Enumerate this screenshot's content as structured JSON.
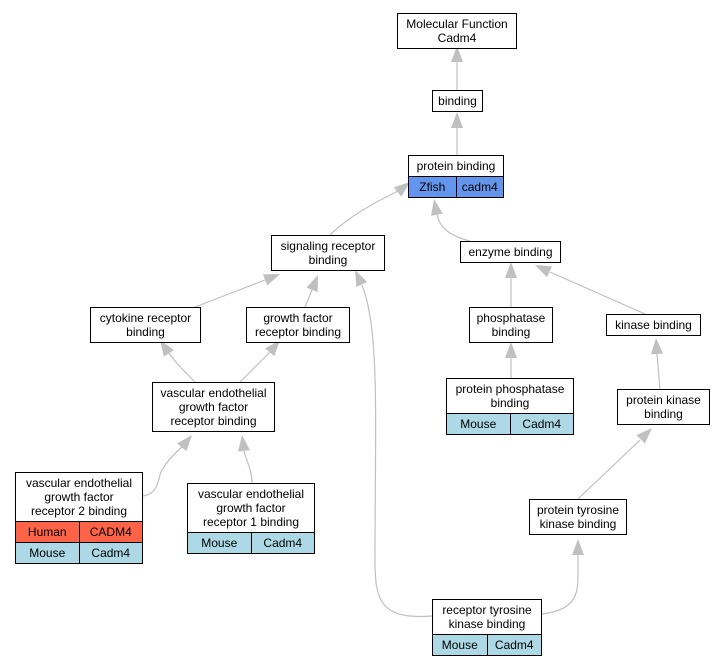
{
  "nodes": {
    "mf": {
      "label": [
        "Molecular Function",
        "Cadm4"
      ]
    },
    "binding": {
      "label": [
        "binding"
      ]
    },
    "protein_binding": {
      "label": [
        "protein binding"
      ],
      "rows": [
        {
          "species": "Zfish",
          "gene": "cadm4",
          "color": "#6495ed"
        }
      ]
    },
    "signaling": {
      "label": [
        "signaling receptor",
        "binding"
      ]
    },
    "enzyme": {
      "label": [
        "enzyme binding"
      ]
    },
    "cytokine": {
      "label": [
        "cytokine receptor",
        "binding"
      ]
    },
    "growth": {
      "label": [
        "growth factor",
        "receptor binding"
      ]
    },
    "phosphatase": {
      "label": [
        "phosphatase",
        "binding"
      ]
    },
    "kinase": {
      "label": [
        "kinase binding"
      ]
    },
    "vegf": {
      "label": [
        "vascular endothelial",
        "growth factor",
        "receptor binding"
      ]
    },
    "ppb": {
      "label": [
        "protein phosphatase",
        "binding"
      ],
      "rows": [
        {
          "species": "Mouse",
          "gene": "Cadm4",
          "color": "#add8e6"
        }
      ]
    },
    "pkb": {
      "label": [
        "protein kinase",
        "binding"
      ]
    },
    "vegf2": {
      "label": [
        "vascular endothelial",
        "growth factor",
        "receptor 2 binding"
      ],
      "rows": [
        {
          "species": "Human",
          "gene": "CADM4",
          "color": "#ff6347"
        },
        {
          "species": "Mouse",
          "gene": "Cadm4",
          "color": "#add8e6"
        }
      ]
    },
    "vegf1": {
      "label": [
        "vascular endothelial",
        "growth factor",
        "receptor 1 binding"
      ],
      "rows": [
        {
          "species": "Mouse",
          "gene": "Cadm4",
          "color": "#add8e6"
        }
      ]
    },
    "ptkb": {
      "label": [
        "protein tyrosine",
        "kinase binding"
      ]
    },
    "rtkb": {
      "label": [
        "receptor tyrosine",
        "kinase binding"
      ],
      "rows": [
        {
          "species": "Mouse",
          "gene": "Cadm4",
          "color": "#add8e6"
        }
      ]
    }
  },
  "edge_color": "#c0c0c0"
}
